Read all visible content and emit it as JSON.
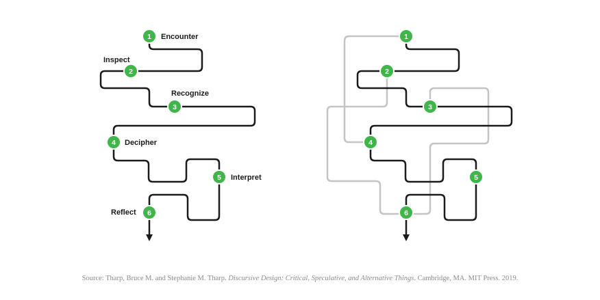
{
  "colors": {
    "path": "#1a1a1a",
    "ghost": "#c4c4c4",
    "node_fill": "#3fb54a",
    "node_ring": "#ffffff",
    "text": "#1a1a1a",
    "caption": "#8c8c8c"
  },
  "left_diagram": {
    "steps": [
      {
        "num": "1",
        "label": "Encounter"
      },
      {
        "num": "2",
        "label": "Inspect"
      },
      {
        "num": "3",
        "label": "Recognize"
      },
      {
        "num": "4",
        "label": "Decipher"
      },
      {
        "num": "5",
        "label": "Interpret"
      },
      {
        "num": "6",
        "label": "Reflect"
      }
    ]
  },
  "right_diagram": {
    "steps": [
      {
        "num": "1"
      },
      {
        "num": "2"
      },
      {
        "num": "3"
      },
      {
        "num": "4"
      },
      {
        "num": "5"
      },
      {
        "num": "6"
      }
    ]
  },
  "caption": {
    "prefix": "Source: Tharp, Bruce M. and Stephanie M. Tharp. ",
    "title": "Discursive Design: Critical, Speculative, and Alternative Things",
    "suffix": ". Cambridge, MA. MIT Press. 2019."
  }
}
